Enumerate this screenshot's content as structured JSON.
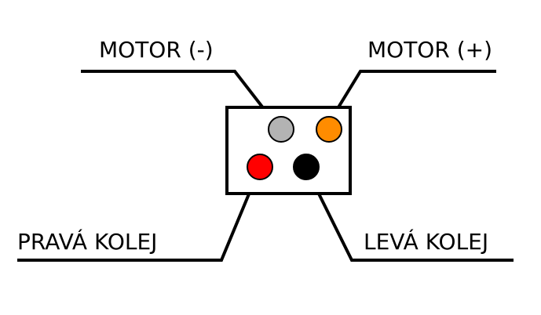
{
  "pins": [
    {
      "id": "motor-minus",
      "label": "MOTOR (-)",
      "color": "#b3b3b3"
    },
    {
      "id": "motor-plus",
      "label": "MOTOR (+)",
      "color": "#ff8c00"
    },
    {
      "id": "right-rail",
      "label": "PRAVÁ KOLEJ",
      "color": "#ff0000"
    },
    {
      "id": "left-rail",
      "label": "LEVÁ KOLEJ",
      "color": "#000000"
    }
  ]
}
